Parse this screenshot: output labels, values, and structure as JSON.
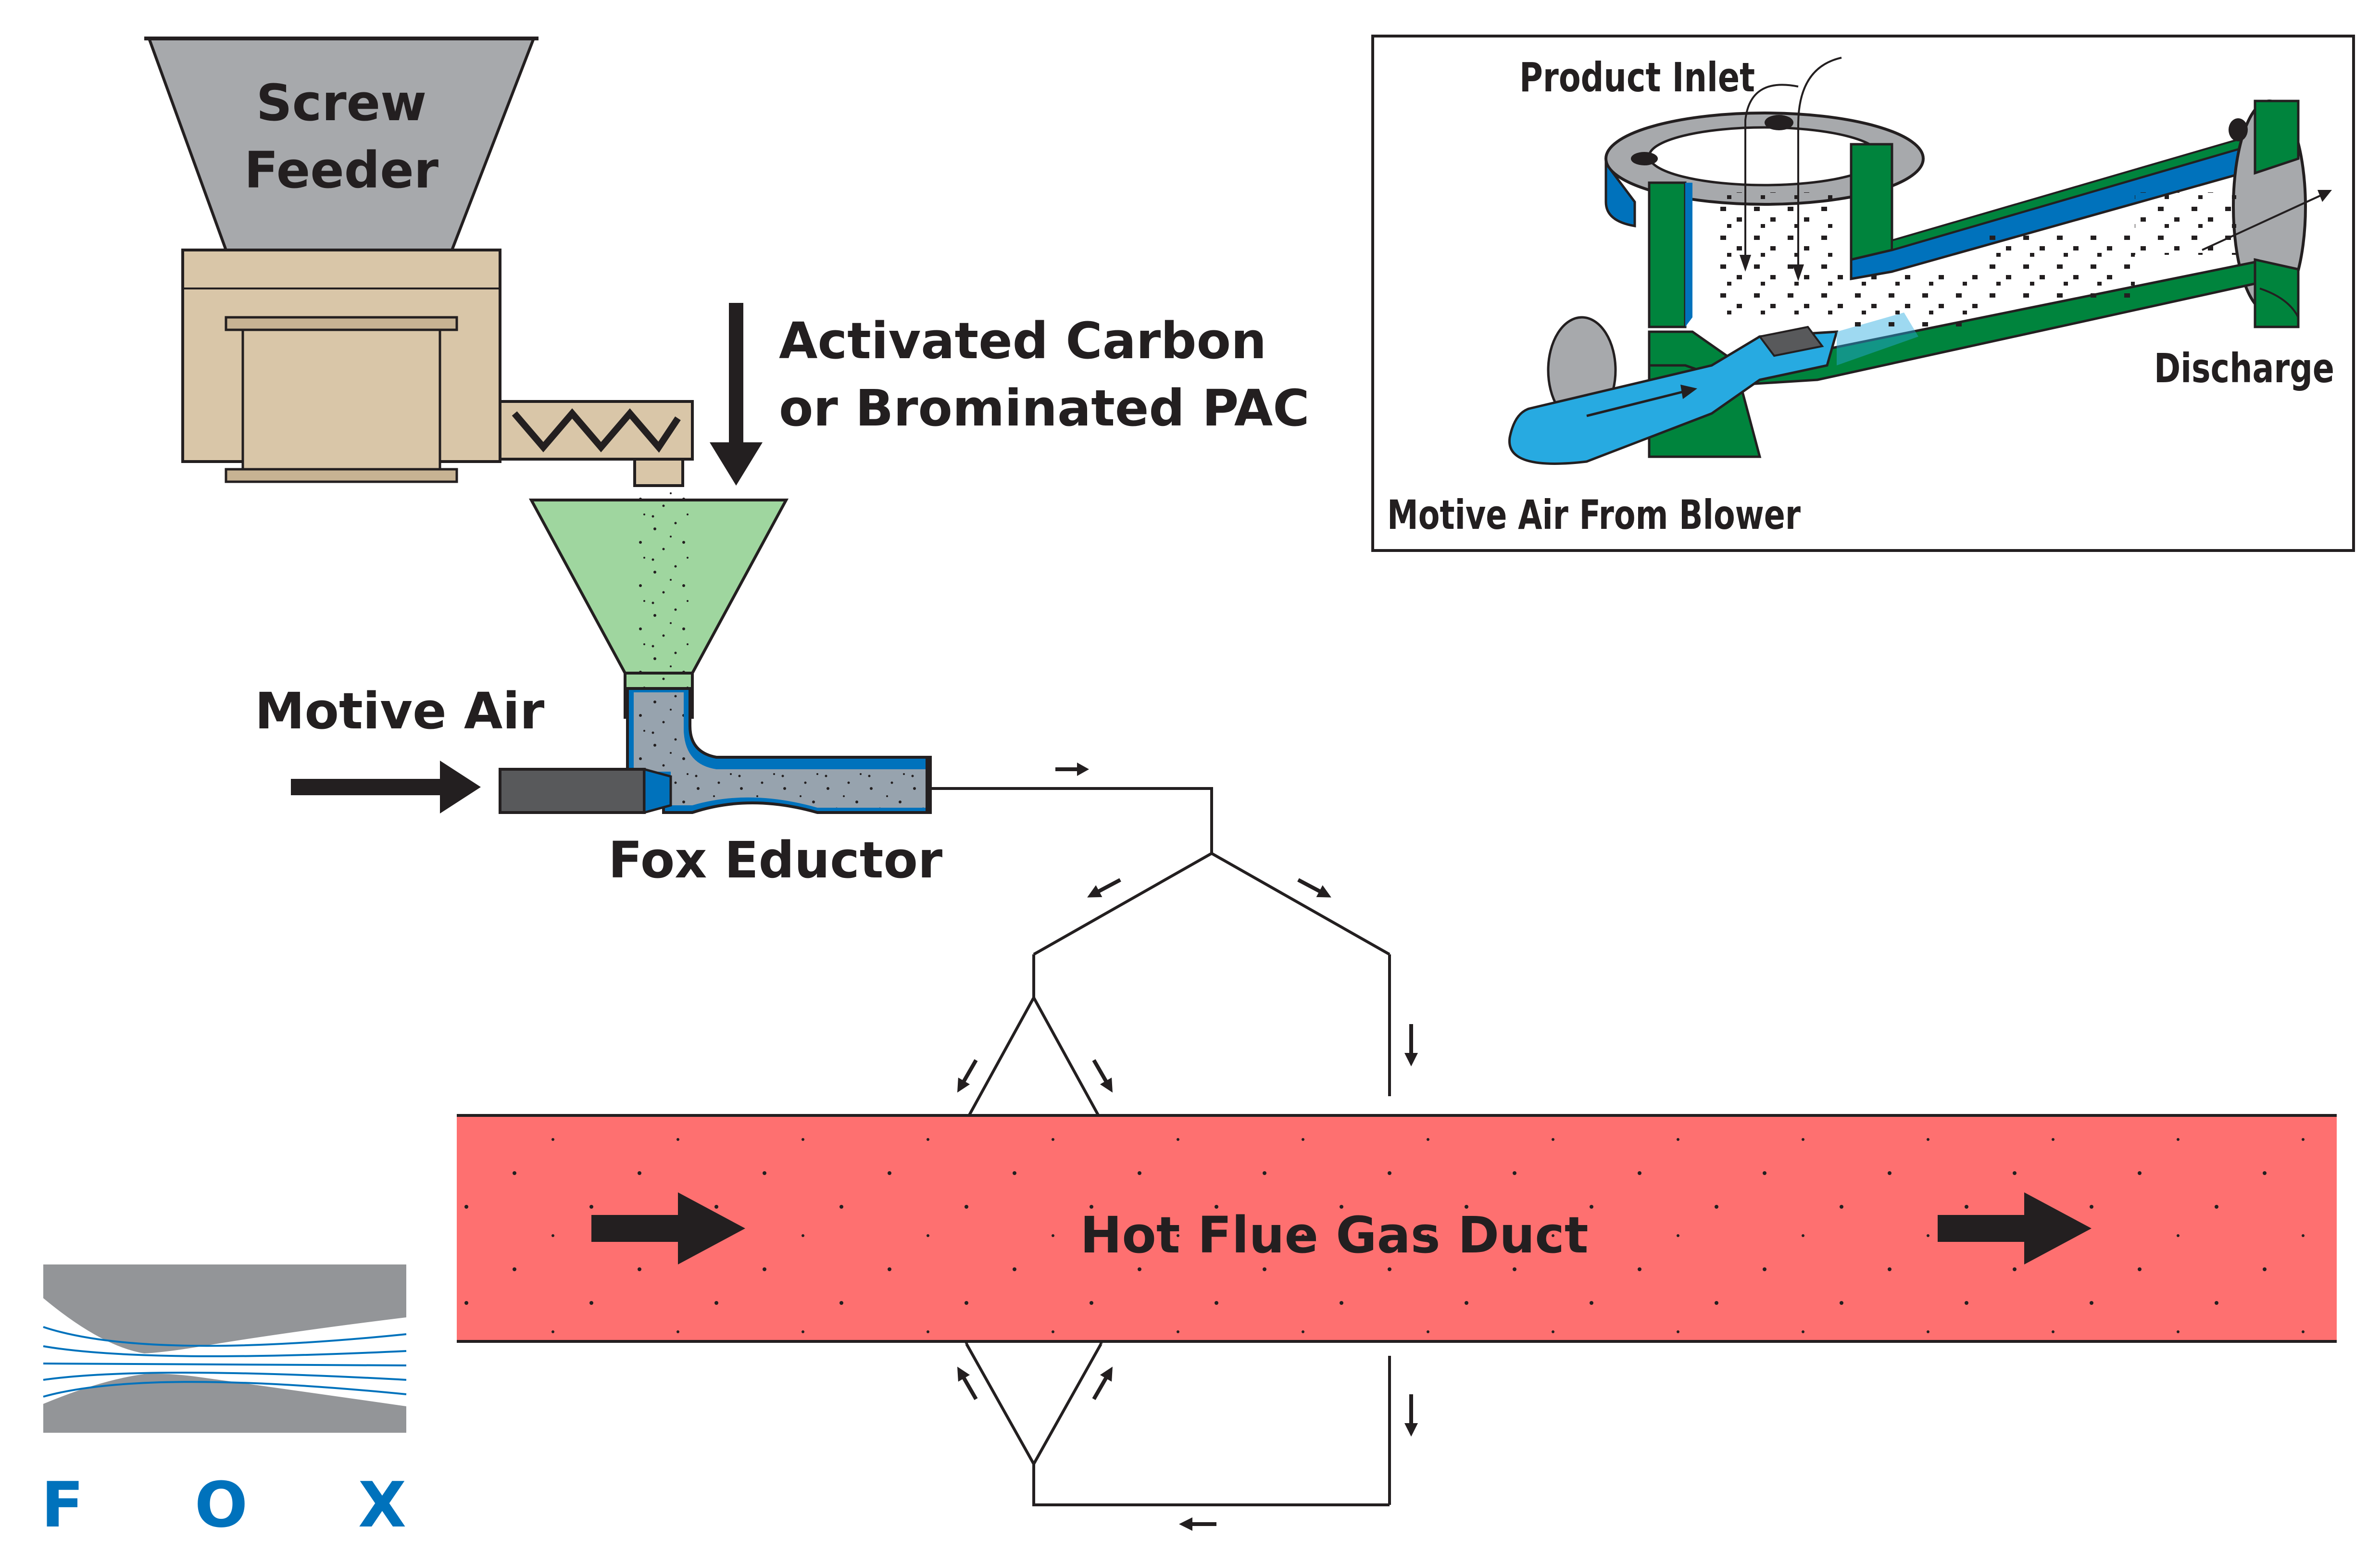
{
  "labels": {
    "screw_feeder_line1": "Screw",
    "screw_feeder_line2": "Feeder",
    "carbon_line1": "Activated Carbon",
    "carbon_line2": "or Brominated PAC",
    "motive_air": "Motive Air",
    "fox_eductor": "Fox Eductor",
    "hot_flue_gas_duct": "Hot Flue Gas Duct"
  },
  "inset": {
    "product_inlet": "Product Inlet",
    "discharge": "Discharge",
    "motive_air_from_blower": "Motive Air From Blower"
  },
  "logo": {
    "letters": [
      "F",
      "O",
      "X"
    ]
  },
  "colors": {
    "duct": "#fe7070",
    "hopper": "#9fd69f",
    "feeder_body": "#d9c6a8",
    "feeder_hopper": "#a7a9ac",
    "eductor_blue": "#0072bc",
    "eductor_green": "#00843d",
    "motive_air_blue": "#27aae1",
    "logo_blue": "#0072bc",
    "logo_gray": "#939598"
  }
}
